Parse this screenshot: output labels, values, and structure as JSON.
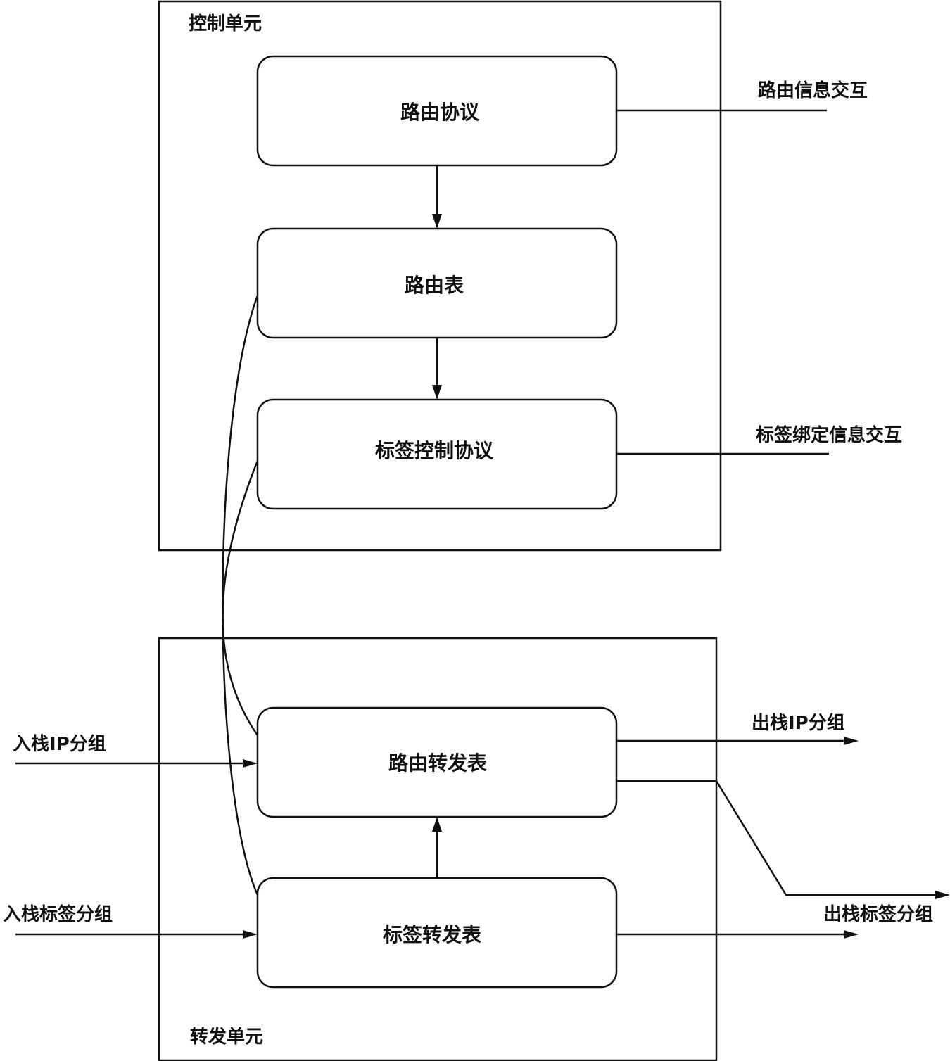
{
  "control_unit": {
    "label": "控制单元",
    "routing_protocol": "路由协议",
    "routing_table": "路由表",
    "label_control_protocol": "标签控制协议"
  },
  "forwarding_unit": {
    "label": "转发单元",
    "route_forwarding_table": "路由转发表",
    "label_forwarding_table": "标签转发表"
  },
  "external": {
    "routing_info_exchange": "路由信息交互",
    "label_binding_info_exchange": "标签绑定信息交互",
    "ingress_ip_packet": "入栈IP分组",
    "ingress_label_packet": "入栈标签分组",
    "egress_ip_packet": "出栈IP分组",
    "egress_label_packet": "出栈标签分组"
  }
}
